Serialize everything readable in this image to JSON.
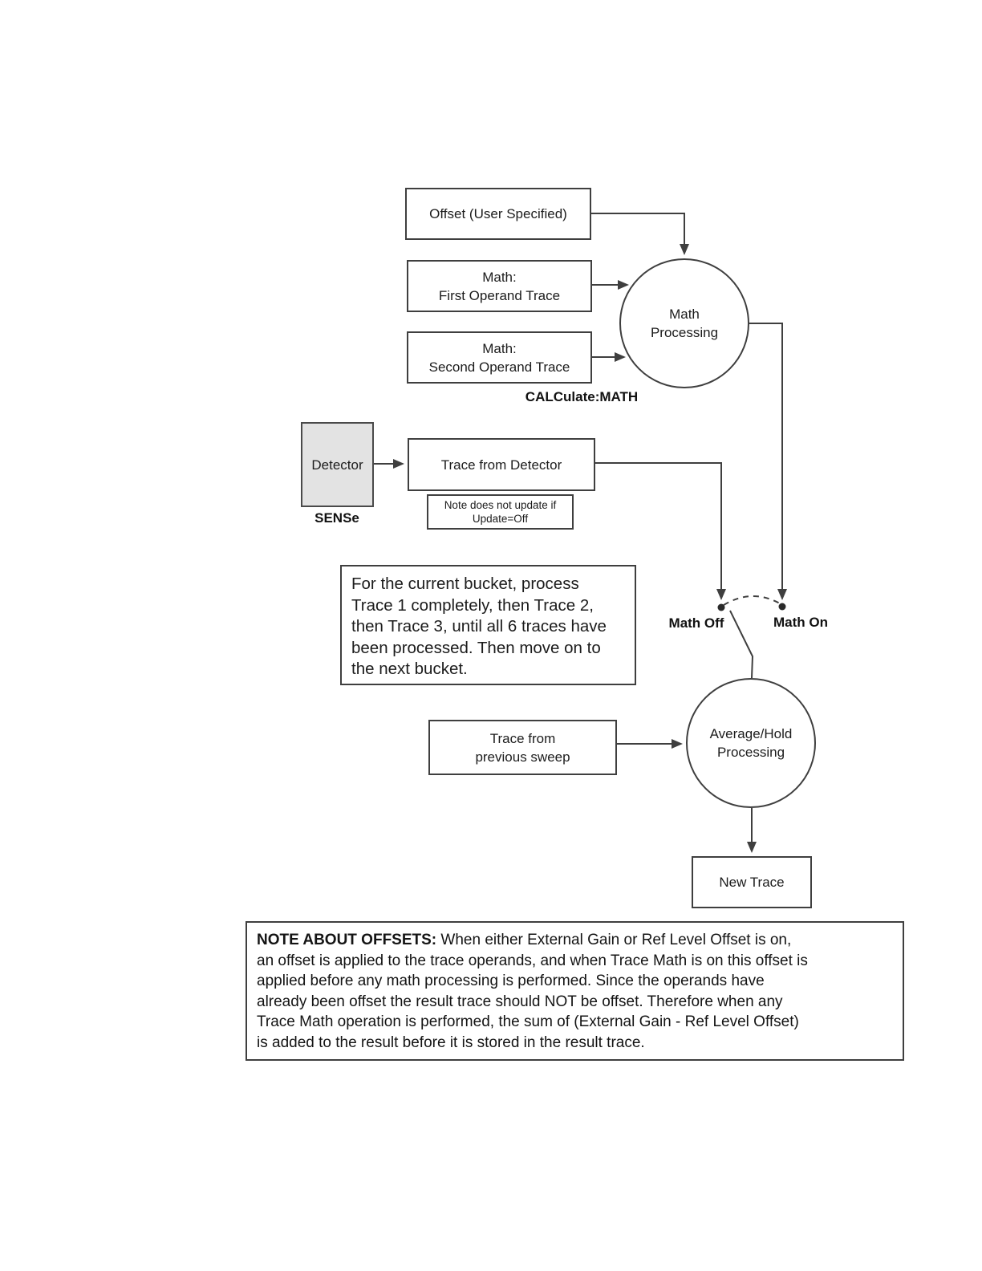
{
  "diagram": {
    "boxes": {
      "offset": {
        "label": "Offset (User Specified)"
      },
      "math_first": {
        "label": "Math:\nFirst Operand Trace"
      },
      "math_second": {
        "label": "Math:\nSecond Operand Trace"
      },
      "detector": {
        "label": "Detector"
      },
      "trace_from_detector": {
        "label": "Trace from Detector"
      },
      "update_note": {
        "label": "Note does not update if\nUpdate=Off"
      },
      "bucket_note": {
        "label": "For the current bucket, process\nTrace 1 completely, then Trace 2,\nthen Trace 3, until all 6 traces have\nbeen processed.  Then move on to\nthe next bucket."
      },
      "trace_previous": {
        "label": "Trace from\nprevious sweep"
      },
      "new_trace": {
        "label": "New Trace"
      }
    },
    "circles": {
      "math_processing": {
        "label": "Math\nProcessing"
      },
      "average_hold": {
        "label": "Average/Hold\nProcessing"
      }
    },
    "labels": {
      "calculate_math": "CALCulate:MATH",
      "sense": "SENSe",
      "math_off": "Math Off",
      "math_on": "Math On"
    },
    "footnote": {
      "title": "NOTE ABOUT OFFSETS:",
      "body": "  When either External Gain or Ref Level Offset is on,\nan offset is applied to the trace operands, and when Trace Math is on this offset is\napplied before any math processing is performed. Since the operands have\nalready been offset the result trace should NOT be offset.  Therefore when any\nTrace Math operation is performed, the sum of (External Gain - Ref Level Offset)\nis added to the result before it is stored in the result trace."
    },
    "colors": {
      "line": "#3f3f3f",
      "text": "#1c1c1c",
      "detector_fill": "#e3e3e3"
    }
  }
}
